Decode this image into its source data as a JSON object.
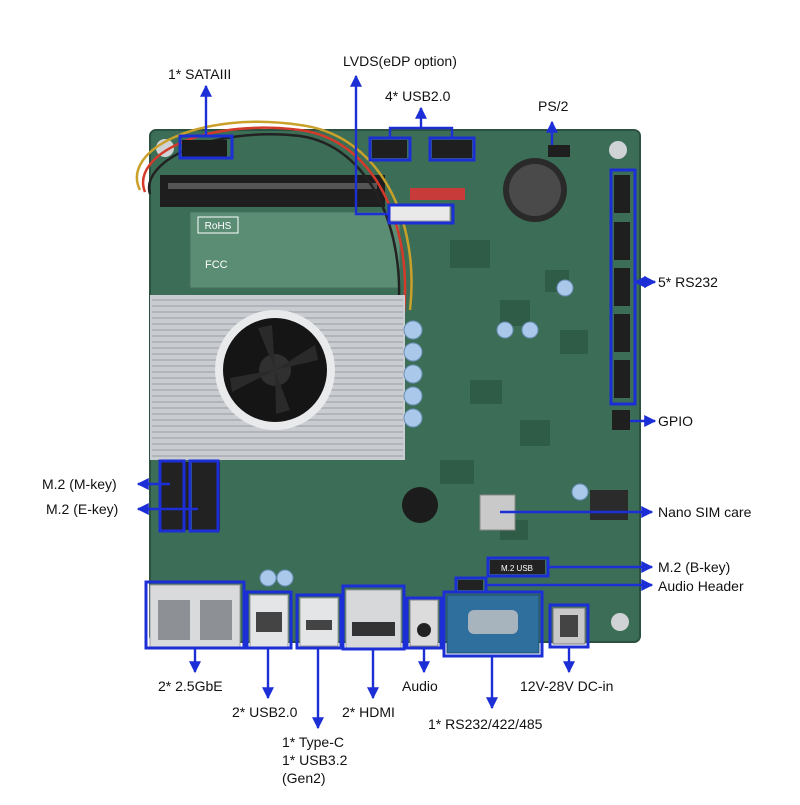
{
  "labels": {
    "sata": "1* SATAIII",
    "lvds": "LVDS(eDP option)",
    "usb_header": "4* USB2.0",
    "ps2": "PS/2",
    "rs232x5": "5* RS232",
    "gpio": "GPIO",
    "m2_m": "M.2 (M-key)",
    "m2_e": "M.2 (E-key)",
    "nano_sim": "Nano SIM care",
    "m2_b": "M.2 (B-key)",
    "audio_header": "Audio Header",
    "gbe": "2* 2.5GbE",
    "usb2_rear": "2* USB2.0",
    "type_c_1": "1* Type-C",
    "type_c_2": "1* USB3.2",
    "type_c_3": "(Gen2)",
    "hdmi": "2* HDMI",
    "audio": "Audio",
    "com": "1* RS232/422/485",
    "dcin": "12V-28V DC-in"
  },
  "board_marks": {
    "rohs": "RoHS",
    "fcc": "FCC",
    "m2_usb": "M.2 USB"
  },
  "colors": {
    "pcb": "#3c6e57",
    "callout": "#1c2fd6",
    "heatsink": "#c9ccd0",
    "rj45": "#d8dadc",
    "com_port": "#2f6f9e"
  }
}
